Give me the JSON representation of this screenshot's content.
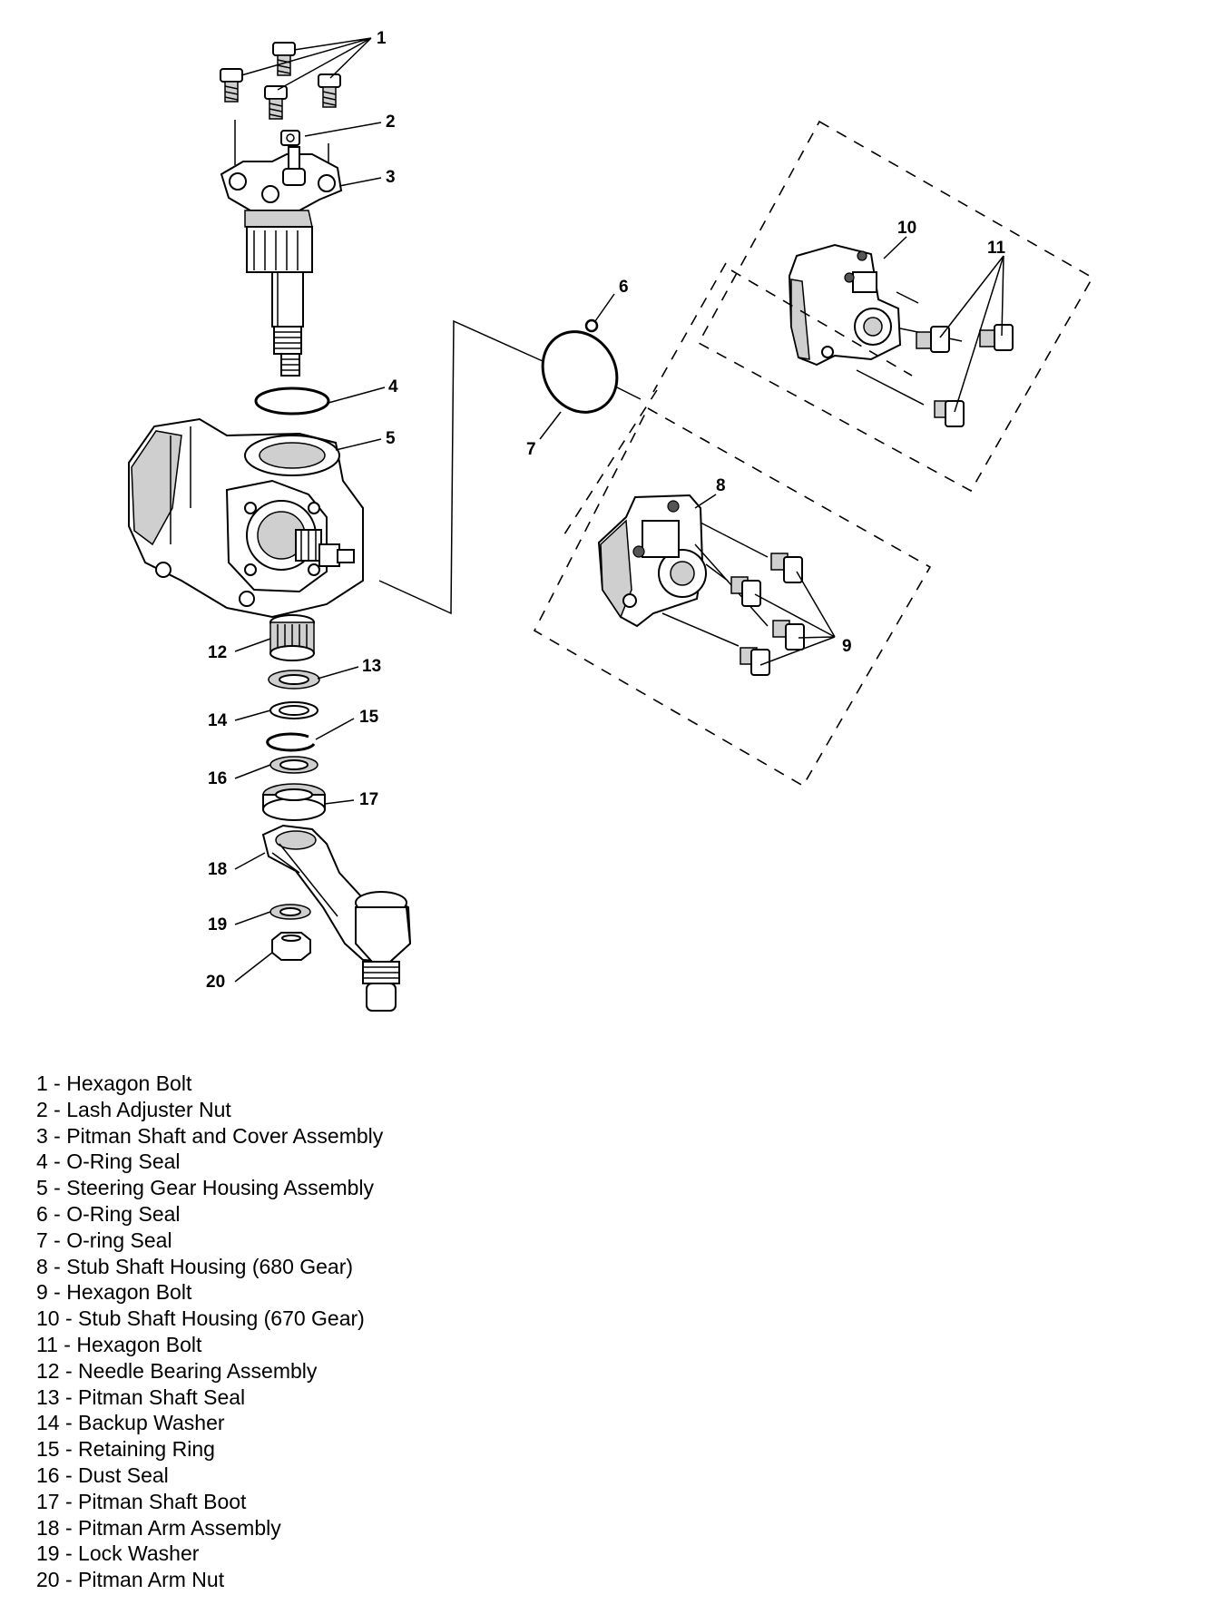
{
  "callouts": [
    "1",
    "2",
    "3",
    "4",
    "5",
    "6",
    "7",
    "8",
    "9",
    "10",
    "11",
    "12",
    "13",
    "14",
    "15",
    "16",
    "17",
    "18",
    "19",
    "20"
  ],
  "legend": [
    {
      "num": "1",
      "label": "Hexagon Bolt"
    },
    {
      "num": "2",
      "label": "Lash Adjuster Nut"
    },
    {
      "num": "3",
      "label": "Pitman Shaft and Cover Assembly"
    },
    {
      "num": "4",
      "label": "O-Ring Seal"
    },
    {
      "num": "5",
      "label": "Steering Gear Housing Assembly"
    },
    {
      "num": "6",
      "label": "O-Ring Seal"
    },
    {
      "num": "7",
      "label": "O-ring Seal"
    },
    {
      "num": "8",
      "label": "Stub Shaft Housing (680 Gear)"
    },
    {
      "num": "9",
      "label": "Hexagon Bolt"
    },
    {
      "num": "10",
      "label": "Stub Shaft Housing (670 Gear)"
    },
    {
      "num": "11",
      "label": "Hexagon Bolt"
    },
    {
      "num": "12",
      "label": "Needle Bearing Assembly"
    },
    {
      "num": "13",
      "label": "Pitman Shaft Seal"
    },
    {
      "num": "14",
      "label": "Backup Washer"
    },
    {
      "num": "15",
      "label": "Retaining Ring"
    },
    {
      "num": "16",
      "label": "Dust Seal"
    },
    {
      "num": "17",
      "label": "Pitman Shaft Boot"
    },
    {
      "num": "18",
      "label": "Pitman Arm Assembly"
    },
    {
      "num": "19",
      "label": "Lock Washer"
    },
    {
      "num": "20",
      "label": "Pitman Arm Nut"
    }
  ],
  "legend_separator": " - "
}
